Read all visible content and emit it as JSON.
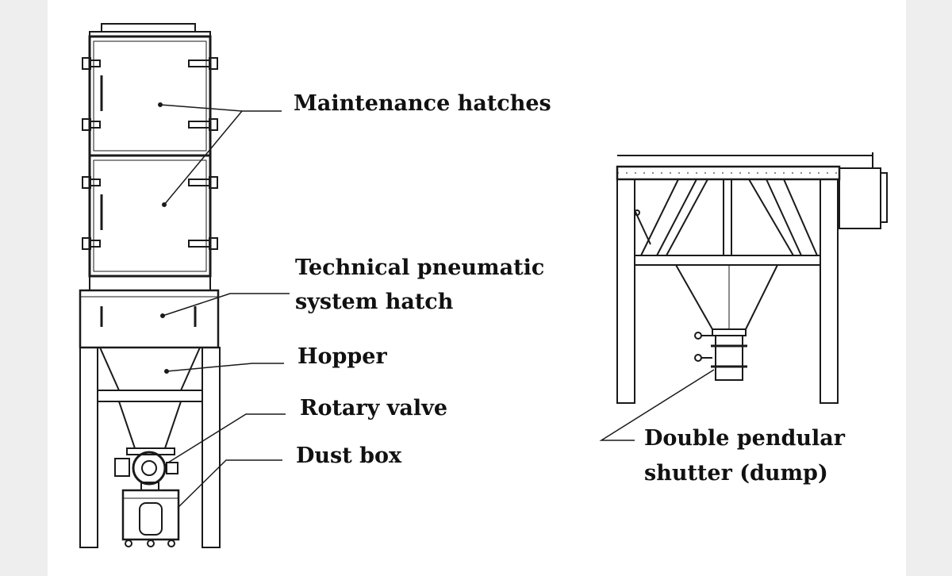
{
  "labels": {
    "maintenance_hatches": "Maintenance hatches",
    "technical_hatch_line1": "Technical pneumatic",
    "technical_hatch_line2": "system hatch",
    "hopper": "Hopper",
    "rotary_valve": "Rotary valve",
    "dust_box": "Dust box",
    "double_shutter_line1": "Double pendular",
    "double_shutter_line2": "shutter (dump)"
  },
  "colors": {
    "background": "#eeeeee",
    "sheet": "#ffffff",
    "line": "#1a1a1a",
    "text": "#111111"
  }
}
